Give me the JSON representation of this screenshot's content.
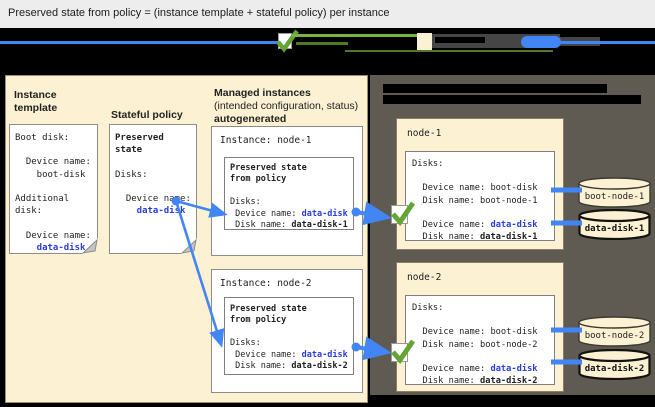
{
  "title": "Preserved state from policy = (instance template + stateful policy) per instance",
  "colors": {
    "accent_blue": "#4285f4",
    "link_blue": "#2a3cdc",
    "check_green": "#64a433",
    "cream": "#fcf1d3",
    "panel_dark": "#5f5b53"
  },
  "instance_template": {
    "heading": "Instance template",
    "lines": [
      "Boot disk:",
      "",
      "  Device name:",
      "    boot-disk",
      "",
      "Additional",
      "disk:",
      "",
      "  Device name:"
    ],
    "data_device": "    data-disk"
  },
  "stateful_policy": {
    "heading": "Stateful policy",
    "bold1": "Preserved",
    "bold2": "state",
    "lines": [
      "",
      "Disks:",
      "",
      "  Device name:"
    ],
    "data_device": "    data-disk"
  },
  "managed": {
    "heading": "Managed instances",
    "sub": "(intended configuration, status)",
    "sub_bold": "autogenerated",
    "instances": [
      {
        "title": "Instance: node-1",
        "ps1": "Preserved state",
        "ps2": "from policy",
        "disks": "Disks:",
        "dev_label": " Device name: ",
        "dev_value": "data-disk",
        "disk_label": " Disk name: ",
        "disk_value": "data-disk-1"
      },
      {
        "title": "Instance: node-2",
        "ps1": "Preserved state",
        "ps2": "from policy",
        "disks": "Disks:",
        "dev_label": " Device name: ",
        "dev_value": "data-disk",
        "disk_label": " Disk name: ",
        "disk_value": "data-disk-2"
      }
    ]
  },
  "vm_panel": {
    "vms": [
      {
        "name": "node-1",
        "disks": "Disks:",
        "boot_dev": "  Device name: boot-disk",
        "boot_disk": "  Disk name: boot-node-1",
        "data_dev_label": "  Device name: ",
        "data_dev": "data-disk",
        "data_disk_label": "  Disk name: ",
        "data_disk": "data-disk-1"
      },
      {
        "name": "node-2",
        "disks": "Disks:",
        "boot_dev": "  Device name: boot-disk",
        "boot_disk": "  Disk name: boot-node-2",
        "data_dev_label": "  Device name: ",
        "data_dev": "data-disk",
        "data_disk_label": "  Disk name: ",
        "data_disk": "data-disk-2"
      }
    ],
    "disks": [
      {
        "label": "boot-node-1"
      },
      {
        "label": "data-disk-1"
      },
      {
        "label": "boot-node-2"
      },
      {
        "label": "data-disk-2"
      }
    ]
  }
}
